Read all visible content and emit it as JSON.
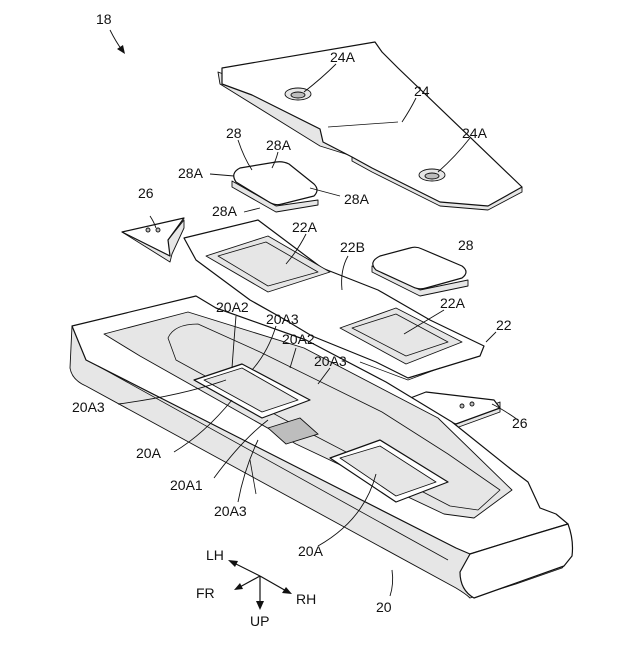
{
  "figure_number": "18",
  "callouts": [
    {
      "id": "c1",
      "text": "24A"
    },
    {
      "id": "c2",
      "text": "24"
    },
    {
      "id": "c3",
      "text": "24A"
    },
    {
      "id": "c4",
      "text": "28"
    },
    {
      "id": "c5",
      "text": "28A"
    },
    {
      "id": "c6",
      "text": "28A"
    },
    {
      "id": "c7",
      "text": "28A"
    },
    {
      "id": "c8",
      "text": "28A"
    },
    {
      "id": "c9",
      "text": "26"
    },
    {
      "id": "c10",
      "text": "22A"
    },
    {
      "id": "c11",
      "text": "22B"
    },
    {
      "id": "c12",
      "text": "28"
    },
    {
      "id": "c13",
      "text": "22A"
    },
    {
      "id": "c14",
      "text": "22"
    },
    {
      "id": "c15",
      "text": "20A2"
    },
    {
      "id": "c16",
      "text": "20A3"
    },
    {
      "id": "c17",
      "text": "20A2"
    },
    {
      "id": "c18",
      "text": "20A3"
    },
    {
      "id": "c19",
      "text": "20A3"
    },
    {
      "id": "c20",
      "text": "26"
    },
    {
      "id": "c21",
      "text": "20A"
    },
    {
      "id": "c22",
      "text": "20A1"
    },
    {
      "id": "c23",
      "text": "20A3"
    },
    {
      "id": "c24",
      "text": "20A"
    },
    {
      "id": "c25",
      "text": "20"
    }
  ],
  "direction_labels": {
    "lh": "LH",
    "fr": "FR",
    "rh": "RH",
    "up": "UP"
  }
}
